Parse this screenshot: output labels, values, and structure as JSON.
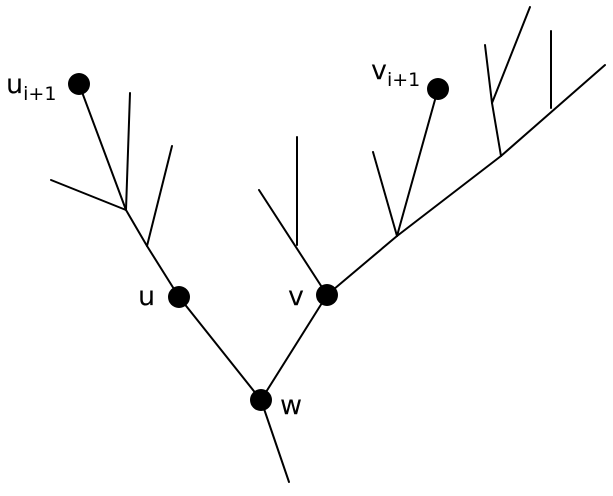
{
  "diagram": {
    "labels": {
      "u_next": {
        "base": "u",
        "sub": "i+1"
      },
      "v_next": {
        "base": "v",
        "sub": "i+1"
      },
      "u": "u",
      "v": "v",
      "w": "w"
    }
  }
}
